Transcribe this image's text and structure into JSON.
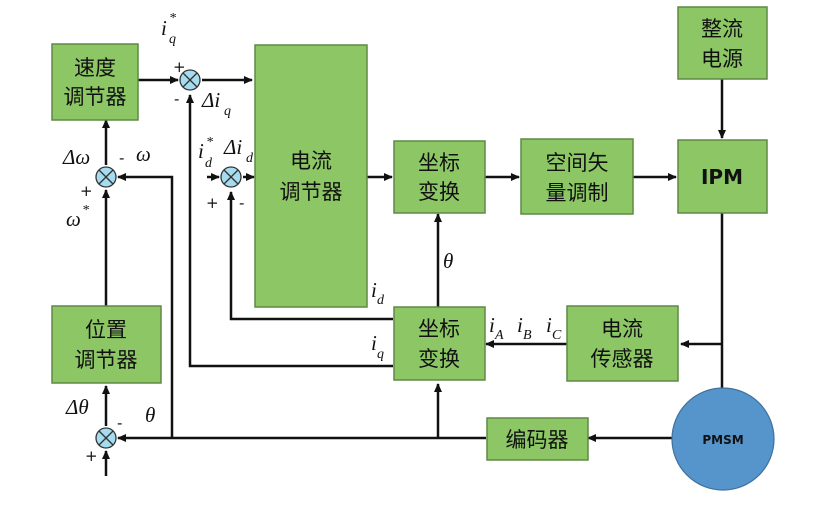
{
  "blocks": {
    "speed_regulator": [
      "速度",
      "调节器"
    ],
    "current_regulator": [
      "电流",
      "调节器"
    ],
    "coord_transform_top": [
      "坐标",
      "变换"
    ],
    "svm": [
      "空间矢",
      "量调制"
    ],
    "rectifier": [
      "整流",
      "电源"
    ],
    "ipm": "IPM",
    "position_regulator": [
      "位置",
      "调节器"
    ],
    "coord_transform_bottom": [
      "坐标",
      "变换"
    ],
    "current_sensor": [
      "电流",
      "传感器"
    ],
    "encoder": "编码器",
    "motor": "PMSM"
  },
  "signals": {
    "iq_ref": {
      "base": "i",
      "sub": "q",
      "sup": "*"
    },
    "delta_iq": {
      "base": "Δi",
      "sub": "q"
    },
    "id_ref": {
      "base": "i",
      "sub": "d",
      "sup": "*"
    },
    "delta_id": {
      "base": "Δi",
      "sub": "d"
    },
    "delta_omega": "Δω",
    "omega": "ω",
    "omega_ref": {
      "base": "ω",
      "sup": "*"
    },
    "theta_top": "θ",
    "id": {
      "base": "i",
      "sub": "d"
    },
    "iq": {
      "base": "i",
      "sub": "q"
    },
    "iA": {
      "base": "i",
      "sub": "A"
    },
    "iB": {
      "base": "i",
      "sub": "B"
    },
    "iC": {
      "base": "i",
      "sub": "C"
    },
    "delta_theta": "Δθ",
    "theta": "θ"
  },
  "signs": {
    "plus": "+",
    "minus": "-"
  },
  "colors": {
    "block_fill": "#8cc665",
    "motor_fill": "#5595cc",
    "summer_fill": "#a6dcf0"
  }
}
